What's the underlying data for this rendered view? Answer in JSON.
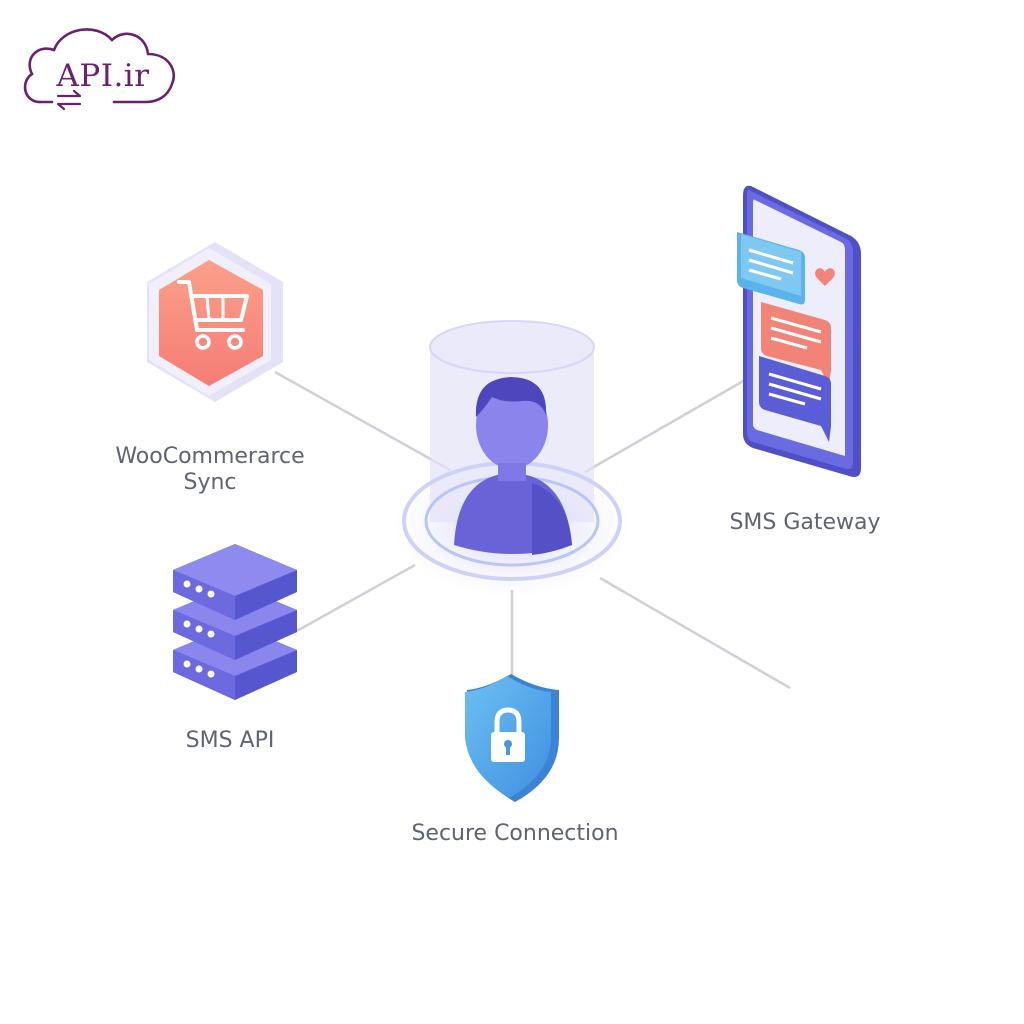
{
  "logo": {
    "text": "API.ir",
    "icon": "cloud-transfer-icon"
  },
  "center": {
    "icon": "user-avatar-icon"
  },
  "nodes": {
    "woocommerce": {
      "label_line1": "WooCommerarce",
      "label_line2": "Sync",
      "icon": "shopping-cart-icon",
      "color": "#f58a7a"
    },
    "sms_gateway": {
      "label": "SMS Gateway",
      "icon": "smartphone-chat-icon",
      "color": "#5b5fd9"
    },
    "sms_api": {
      "label": "SMS API",
      "icon": "server-stack-icon",
      "color": "#6a6be0"
    },
    "secure_connection": {
      "label": "Secure Connection",
      "icon": "shield-lock-icon",
      "color": "#4aa3e6"
    }
  },
  "colors": {
    "brand": "#6b2170",
    "accent": "#7a74e8",
    "line": "#c9cad2"
  }
}
